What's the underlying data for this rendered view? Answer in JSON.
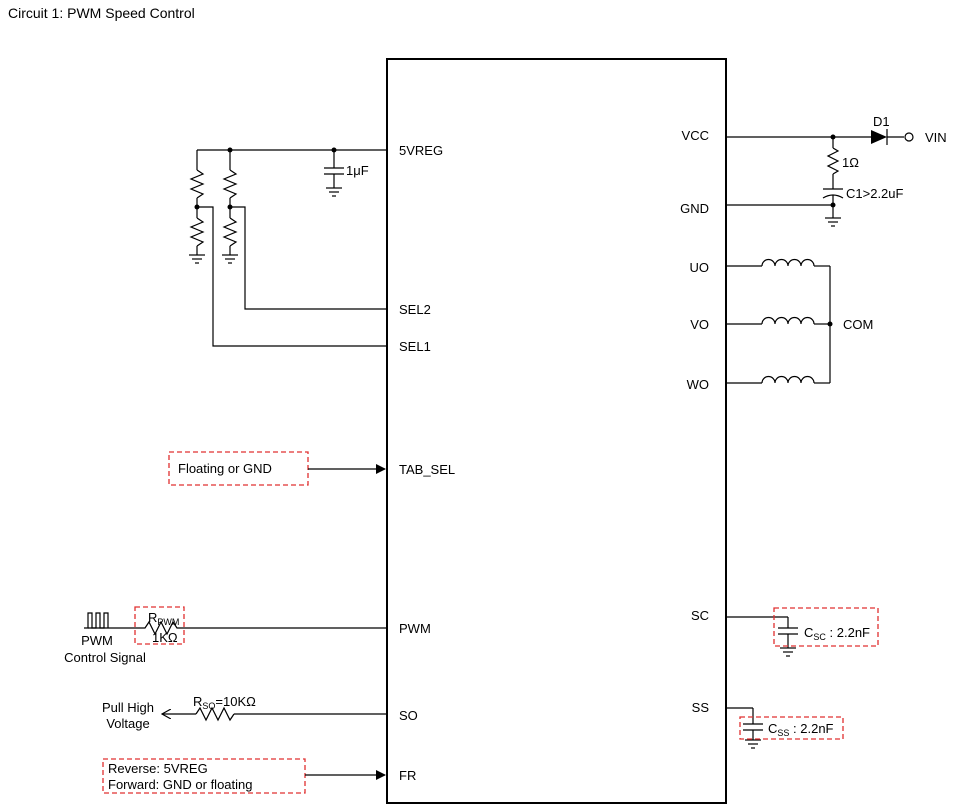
{
  "title": "Circuit 1: PWM Speed Control",
  "pins_left": {
    "vreg": "5VREG",
    "sel2": "SEL2",
    "sel1": "SEL1",
    "tab_sel": "TAB_SEL",
    "pwm": "PWM",
    "so": "SO",
    "fr": "FR"
  },
  "pins_right": {
    "vcc": "VCC",
    "gnd": "GND",
    "uo": "UO",
    "vo": "VO",
    "wo": "WO",
    "sc": "SC",
    "ss": "SS"
  },
  "components": {
    "cap_5vreg": "1μF",
    "diode": "D1",
    "vin": "VIN",
    "res_vcc": "1Ω",
    "cap_vcc": "C1>2.2uF",
    "com": "COM",
    "r_pwm_main": "R",
    "r_pwm_sub": "PWM",
    "r_pwm_val": "1KΩ",
    "pwm_src_1": "PWM",
    "pwm_src_2": "Control Signal",
    "r_so_main": "R",
    "r_so_sub": "SO",
    "r_so_val": "=10KΩ",
    "pull_high_1": "Pull High",
    "pull_high_2": "Voltage",
    "c_sc_main": "C",
    "c_sc_sub": "SC",
    "c_sc_val": " : 2.2nF",
    "c_ss_main": "C",
    "c_ss_sub": "SS",
    "c_ss_val": " : 2.2nF"
  },
  "notes": {
    "tab_sel": "Floating or GND",
    "fr_1": "Reverse: 5VREG",
    "fr_2": "Forward: GND or floating"
  }
}
